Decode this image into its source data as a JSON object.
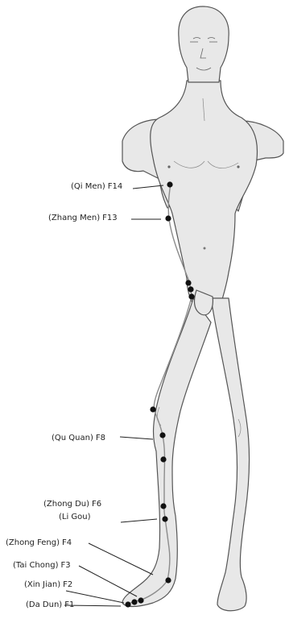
{
  "diagram": {
    "channel_color": "#8c8c8c",
    "point_color": "#111111",
    "body_fill": "#e8e8e8",
    "body_stroke": "#555555"
  },
  "points": [
    {
      "id": "qi-men",
      "name": "(Qi Men)",
      "code": "F14"
    },
    {
      "id": "zhang-men",
      "name": "(Zhang Men)",
      "code": "F13"
    },
    {
      "id": "qu-quan",
      "name": "(Qu Quan)",
      "code": "F8"
    },
    {
      "id": "zhong-du",
      "name": "(Zhong Du)",
      "code": "F6"
    },
    {
      "id": "li-gou",
      "name": "(Li Gou)",
      "code": ""
    },
    {
      "id": "zhong-feng",
      "name": "(Zhong Feng)",
      "code": "F4"
    },
    {
      "id": "tai-chong",
      "name": "(Tai Chong)",
      "code": "F3"
    },
    {
      "id": "xin-jian",
      "name": "(Xin Jian)",
      "code": "F2"
    },
    {
      "id": "da-dun",
      "name": "(Da Dun)",
      "code": "F1"
    }
  ]
}
